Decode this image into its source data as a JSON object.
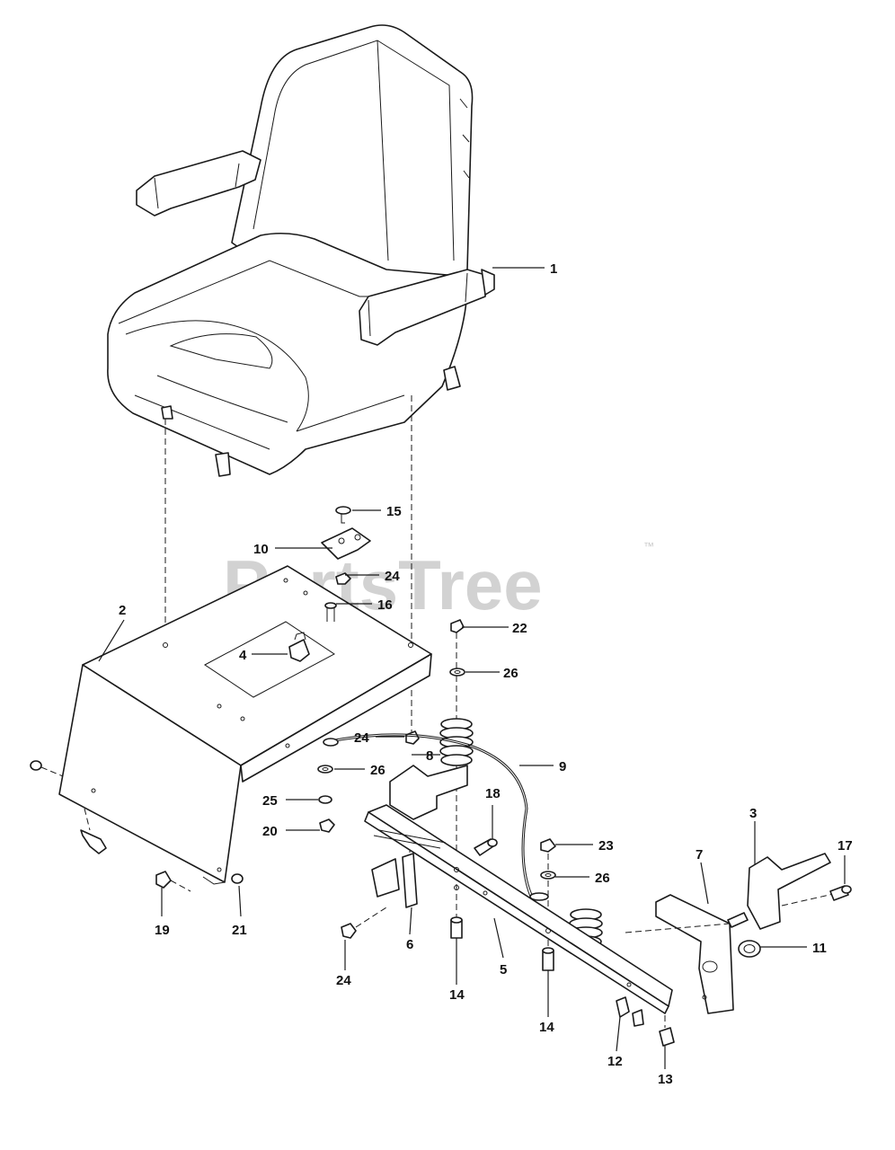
{
  "watermark": {
    "text": "PartsTree",
    "trademark": "™"
  },
  "callouts": [
    {
      "id": "c1",
      "label": "1"
    },
    {
      "id": "c2",
      "label": "2"
    },
    {
      "id": "c3",
      "label": "3"
    },
    {
      "id": "c4",
      "label": "4"
    },
    {
      "id": "c5",
      "label": "5"
    },
    {
      "id": "c6",
      "label": "6"
    },
    {
      "id": "c7",
      "label": "7"
    },
    {
      "id": "c8",
      "label": "8"
    },
    {
      "id": "c9",
      "label": "9"
    },
    {
      "id": "c10",
      "label": "10"
    },
    {
      "id": "c11",
      "label": "11"
    },
    {
      "id": "c12",
      "label": "12"
    },
    {
      "id": "c13",
      "label": "13"
    },
    {
      "id": "c14a",
      "label": "14"
    },
    {
      "id": "c14b",
      "label": "14"
    },
    {
      "id": "c15",
      "label": "15"
    },
    {
      "id": "c16",
      "label": "16"
    },
    {
      "id": "c17",
      "label": "17"
    },
    {
      "id": "c18",
      "label": "18"
    },
    {
      "id": "c19",
      "label": "19"
    },
    {
      "id": "c20",
      "label": "20"
    },
    {
      "id": "c21",
      "label": "21"
    },
    {
      "id": "c22",
      "label": "22"
    },
    {
      "id": "c23",
      "label": "23"
    },
    {
      "id": "c24a",
      "label": "24"
    },
    {
      "id": "c24b",
      "label": "24"
    },
    {
      "id": "c24c",
      "label": "24"
    },
    {
      "id": "c25",
      "label": "25"
    },
    {
      "id": "c26a",
      "label": "26"
    },
    {
      "id": "c26b",
      "label": "26"
    },
    {
      "id": "c26c",
      "label": "26"
    }
  ]
}
